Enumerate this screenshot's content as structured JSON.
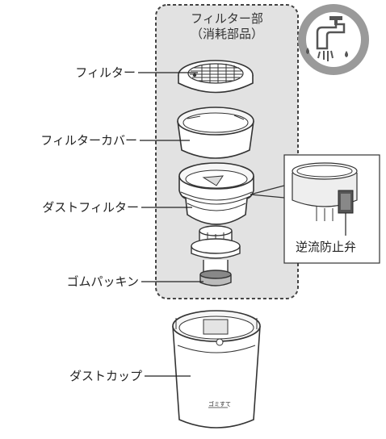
{
  "group": {
    "title": "フィルター部",
    "subtitle": "（消耗部品）"
  },
  "labels": {
    "filter": "フィルター",
    "filter_cover": "フィルターカバー",
    "dust_filter": "ダストフィルター",
    "rubber_packing": "ゴムパッキン",
    "dust_cup": "ダストカップ",
    "check_valve": "逆流防止弁"
  },
  "cup_marking": "ゴミすて",
  "icons": {
    "washable": "faucet-water-icon"
  },
  "colors": {
    "group_fill": "#e2e2e2",
    "group_border": "#444444",
    "icon_circle": "#9a9a9a",
    "line": "#222222"
  }
}
